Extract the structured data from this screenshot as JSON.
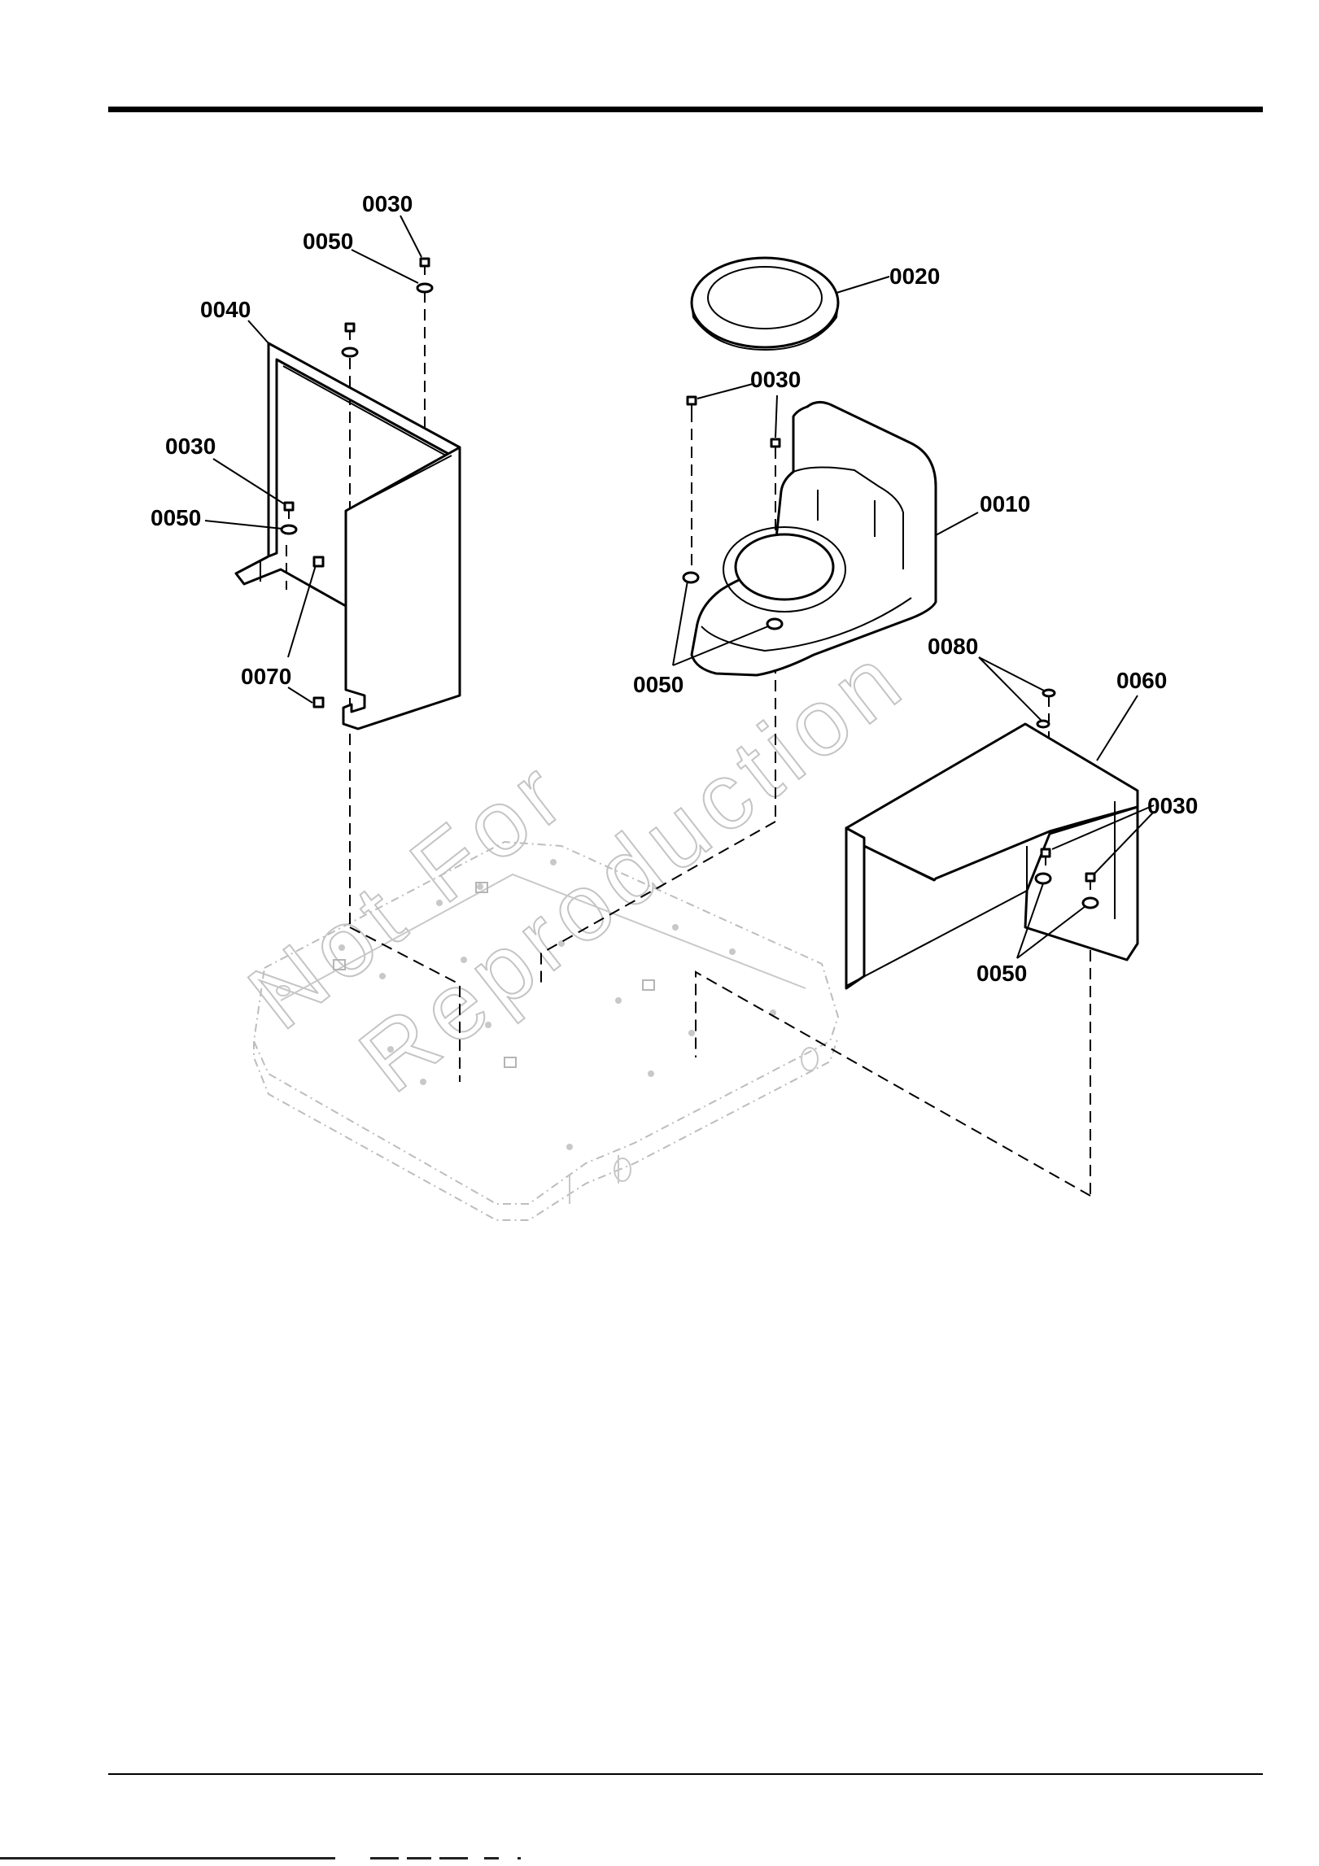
{
  "watermark": {
    "line1": "Not For",
    "line2": "Reproduction"
  },
  "callouts": [
    {
      "id": "c-0030-a",
      "text": "0030"
    },
    {
      "id": "c-0050-a",
      "text": "0050"
    },
    {
      "id": "c-0040",
      "text": "0040"
    },
    {
      "id": "c-0030-b",
      "text": "0030"
    },
    {
      "id": "c-0050-b",
      "text": "0050"
    },
    {
      "id": "c-0070",
      "text": "0070"
    },
    {
      "id": "c-0020",
      "text": "0020"
    },
    {
      "id": "c-0030-c",
      "text": "0030"
    },
    {
      "id": "c-0010",
      "text": "0010"
    },
    {
      "id": "c-0050-c",
      "text": "0050"
    },
    {
      "id": "c-0080",
      "text": "0080"
    },
    {
      "id": "c-0060",
      "text": "0060"
    },
    {
      "id": "c-0030-d",
      "text": "0030"
    },
    {
      "id": "c-0050-d",
      "text": "0050"
    }
  ],
  "colors": {
    "line": "#000000",
    "ghost": "#bdbdbd",
    "watermark": "#c4c4c4"
  }
}
